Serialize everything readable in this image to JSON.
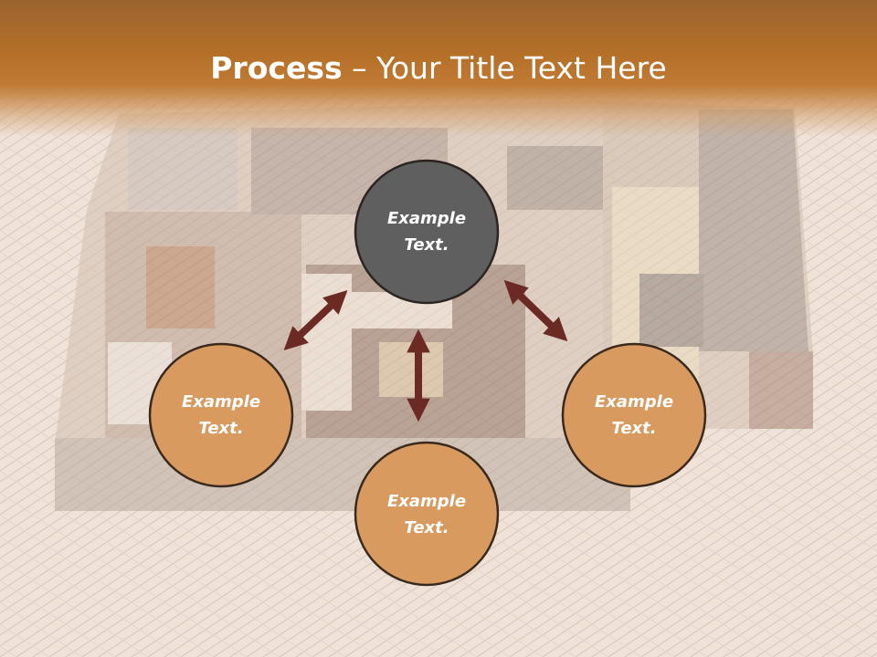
{
  "title": {
    "bold": "Process",
    "rest": " – Your Title Text Here"
  },
  "nodes": [
    {
      "id": "top",
      "line1": "Example",
      "line2": "Text.",
      "fill": "#5f5f5f"
    },
    {
      "id": "left",
      "line1": "Example",
      "line2": "Text.",
      "fill": "#d89a5e"
    },
    {
      "id": "bottom",
      "line1": "Example",
      "line2": "Text.",
      "fill": "#d89a5e"
    },
    {
      "id": "right",
      "line1": "Example",
      "line2": "Text.",
      "fill": "#d89a5e"
    }
  ],
  "colors": {
    "arrow": "#6b2a24",
    "circle_border": "#3a2a1e",
    "header": "#b46f27",
    "background": "#efe3da"
  }
}
